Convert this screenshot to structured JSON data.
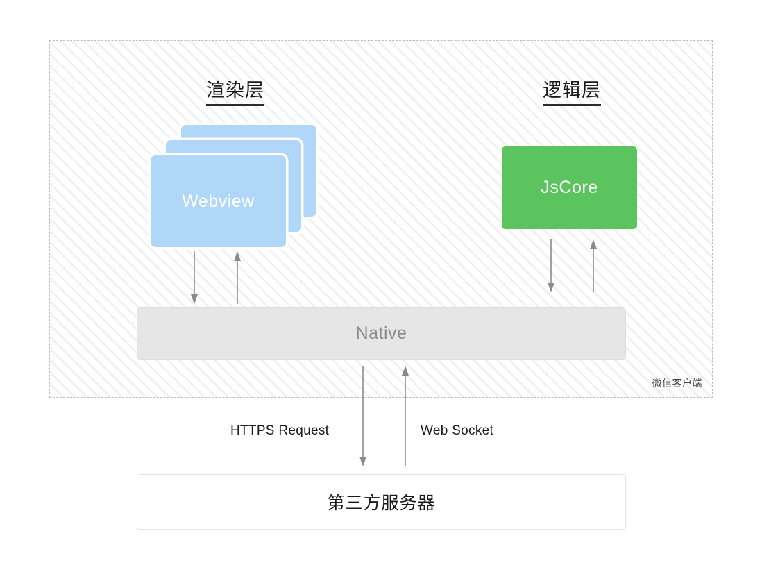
{
  "diagram": {
    "client_container": {
      "label": "微信客户端"
    },
    "sections": [
      {
        "id": "render",
        "title": "渲染层"
      },
      {
        "id": "logic",
        "title": "逻辑层"
      }
    ],
    "nodes": {
      "webview": {
        "label": "Webview",
        "color": "#b0d7f7",
        "stack_count": 3
      },
      "jscore": {
        "label": "JsCore",
        "color": "#5cc45e"
      },
      "native": {
        "label": "Native",
        "color": "#e6e6e6"
      },
      "server": {
        "label": "第三方服务器",
        "color": "#ffffff"
      }
    },
    "connections": [
      {
        "id": "webview-to-native",
        "label": "",
        "direction": "down"
      },
      {
        "id": "native-to-webview",
        "label": "",
        "direction": "up"
      },
      {
        "id": "jscore-to-native",
        "label": "",
        "direction": "down"
      },
      {
        "id": "native-to-jscore",
        "label": "",
        "direction": "up"
      },
      {
        "id": "native-to-server",
        "label": "HTTPS Request",
        "direction": "down"
      },
      {
        "id": "server-to-native",
        "label": "Web Socket",
        "direction": "up"
      }
    ],
    "connection_labels": {
      "https": "HTTPS Request",
      "websocket": "Web Socket"
    },
    "colors": {
      "webview_blue": "#b0d7f7",
      "jscore_green": "#5cc45e",
      "native_gray": "#e6e6e6",
      "arrow_gray": "#8a8a8a",
      "dashed_border": "#bdbdbd",
      "text_dark": "#1a1a1a"
    }
  }
}
